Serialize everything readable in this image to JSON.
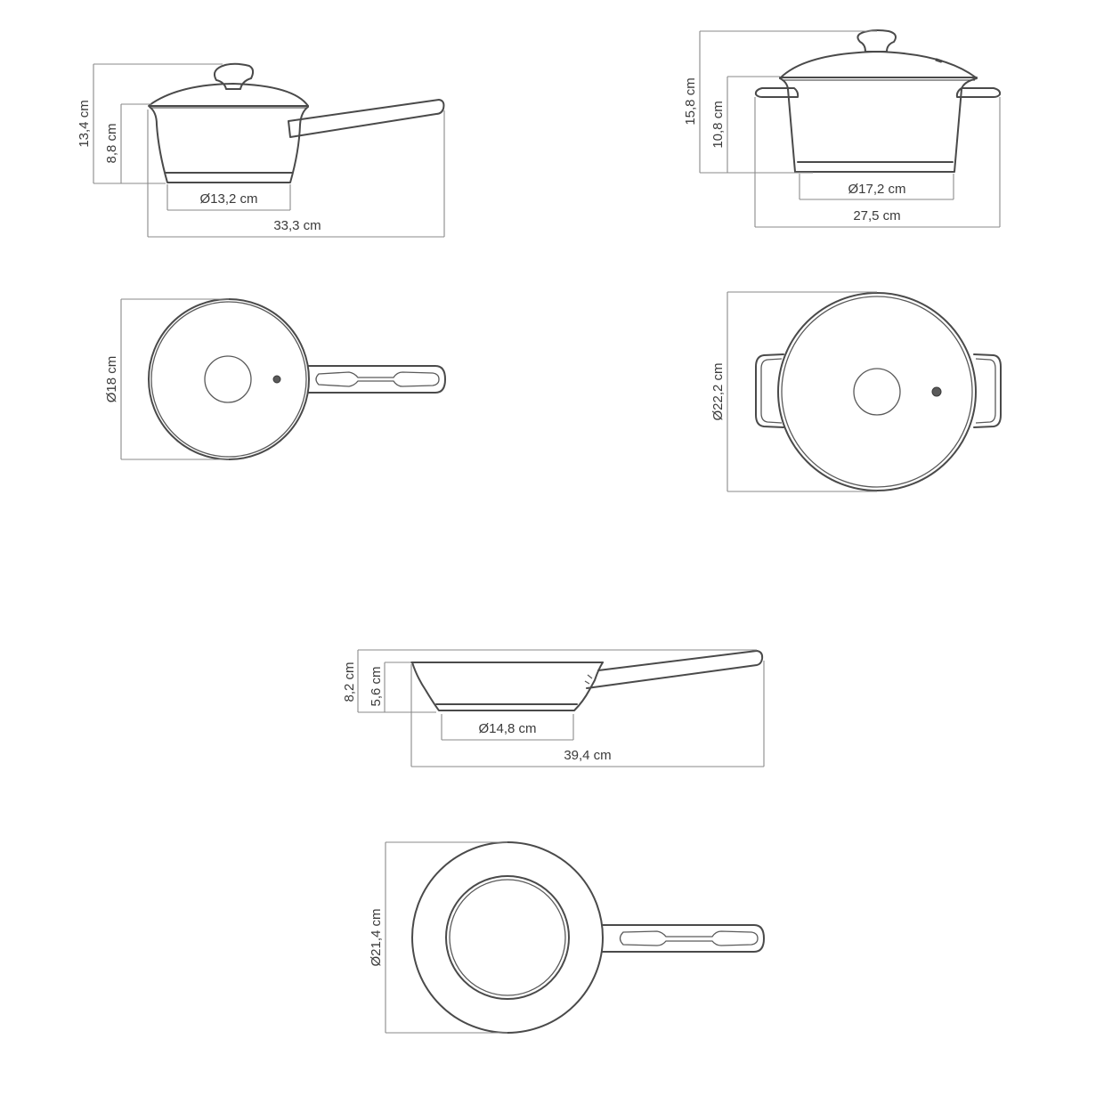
{
  "diagram": {
    "type": "cookware-dimension-drawing",
    "colors": {
      "background": "#ffffff",
      "line": "#4a4a4a",
      "dimension_line": "#8a8a8a",
      "text": "#3a3a3a"
    },
    "items": [
      {
        "id": "saucepan",
        "name": "Saucepan with lid",
        "side_view": {
          "total_height": "13,4 cm",
          "body_height": "8,8 cm",
          "base_diameter": "Ø13,2 cm",
          "total_length": "33,3 cm"
        },
        "top_view": {
          "diameter": "Ø18 cm"
        }
      },
      {
        "id": "casserole",
        "name": "Casserole pot with lid",
        "side_view": {
          "total_height": "15,8 cm",
          "body_height": "10,8 cm",
          "base_diameter": "Ø17,2 cm",
          "total_width": "27,5 cm"
        },
        "top_view": {
          "diameter": "Ø22,2 cm"
        }
      },
      {
        "id": "frying-pan",
        "name": "Frying pan",
        "side_view": {
          "total_height": "8,2 cm",
          "body_height": "5,6 cm",
          "base_diameter": "Ø14,8 cm",
          "total_length": "39,4 cm"
        },
        "top_view": {
          "diameter": "Ø21,4 cm"
        }
      }
    ]
  }
}
